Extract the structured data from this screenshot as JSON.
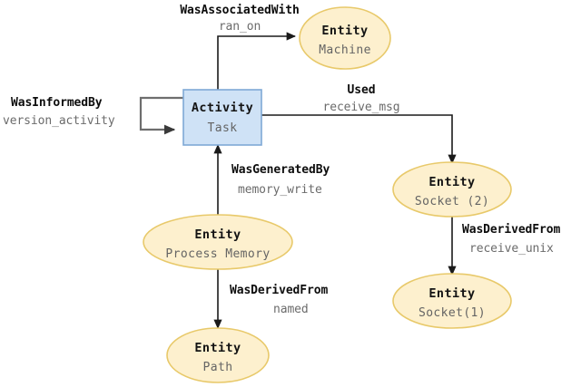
{
  "diagram": {
    "type": "provenance-graph",
    "background_color": "#ffffff",
    "palette": {
      "entity_fill": "#fdf0ce",
      "entity_stroke": "#e8c96a",
      "activity_fill": "#cfe2f6",
      "activity_stroke": "#7fa9d6",
      "edge_color": "#1a1a1a",
      "self_loop_color": "#6e6e6e",
      "relation_label_color": "#0d0d0d",
      "value_label_color": "#6b6b6b"
    },
    "nodes": [
      {
        "id": "activity-task",
        "kind": "Activity",
        "shape": "rect",
        "title": "Activity",
        "subtitle": "Task"
      },
      {
        "id": "entity-machine",
        "kind": "Entity",
        "shape": "ellipse",
        "title": "Entity",
        "subtitle": "Machine"
      },
      {
        "id": "entity-socket-2",
        "kind": "Entity",
        "shape": "ellipse",
        "title": "Entity",
        "subtitle": "Socket (2)"
      },
      {
        "id": "entity-socket-1",
        "kind": "Entity",
        "shape": "ellipse",
        "title": "Entity",
        "subtitle": "Socket(1)"
      },
      {
        "id": "entity-process-memory",
        "kind": "Entity",
        "shape": "ellipse",
        "title": "Entity",
        "subtitle": "Process Memory"
      },
      {
        "id": "entity-path",
        "kind": "Entity",
        "shape": "ellipse",
        "title": "Entity",
        "subtitle": "Path"
      }
    ],
    "edges": [
      {
        "id": "edge-was-associated-with",
        "relation": "WasAssociatedWith",
        "value": "ran_on",
        "from": "activity-task",
        "to": "entity-machine"
      },
      {
        "id": "edge-was-informed-by",
        "relation": "WasInformedBy",
        "value": "version_activity",
        "from": "activity-task",
        "to": "activity-task"
      },
      {
        "id": "edge-used",
        "relation": "Used",
        "value": "receive_msg",
        "from": "activity-task",
        "to": "entity-socket-2"
      },
      {
        "id": "edge-was-generated-by",
        "relation": "WasGeneratedBy",
        "value": "memory_write",
        "from": "entity-process-memory",
        "to": "activity-task"
      },
      {
        "id": "edge-was-derived-from-unix",
        "relation": "WasDerivedFrom",
        "value": "receive_unix",
        "from": "entity-socket-2",
        "to": "entity-socket-1"
      },
      {
        "id": "edge-was-derived-from-named",
        "relation": "WasDerivedFrom",
        "value": "named",
        "from": "entity-process-memory",
        "to": "entity-path"
      }
    ]
  }
}
